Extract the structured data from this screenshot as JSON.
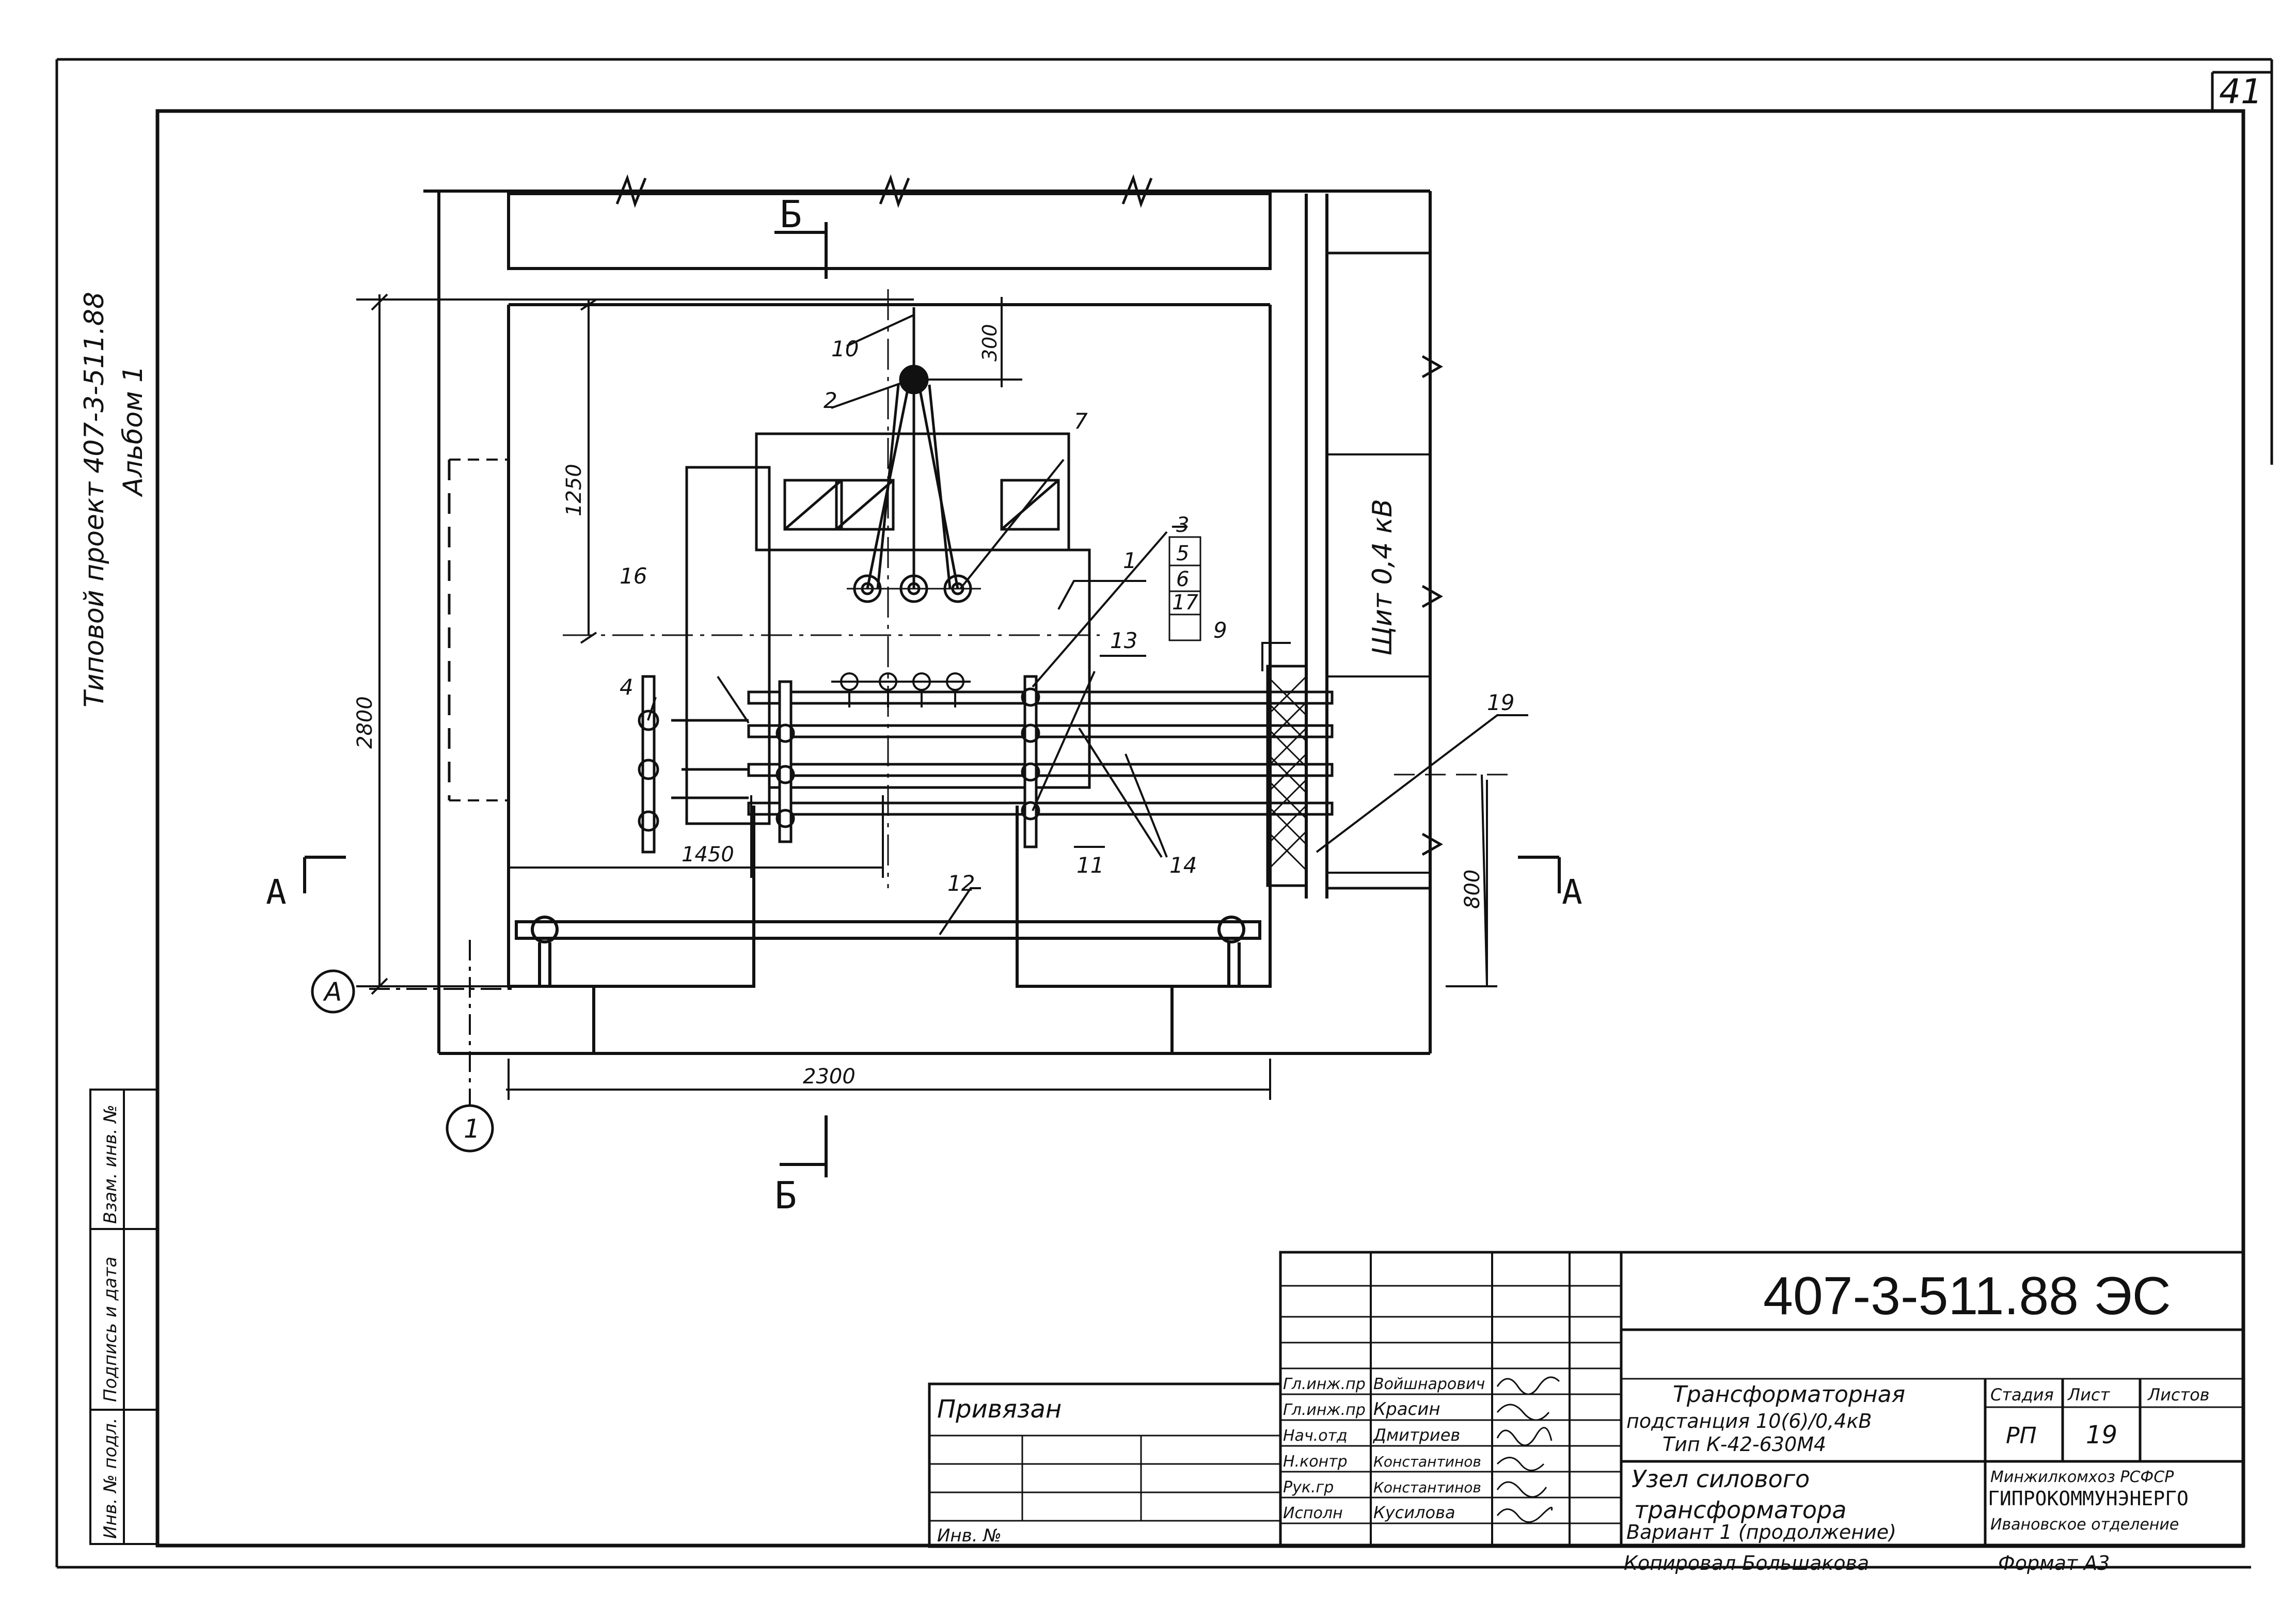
{
  "sheet": {
    "page_number": "41",
    "project_side_label": "Типовой проект 407-3-511.88",
    "album_label": "Альбом 1",
    "side_columns": [
      "Инв. № подл.",
      "Подпись и дата",
      "Взам. инв. №"
    ]
  },
  "drawing": {
    "section_mark": "Б",
    "view_mark": "А",
    "axis_letter": "А",
    "axis_number": "1",
    "panel_label": "Щит 0,4 кВ",
    "dimensions": {
      "d300": "300",
      "d1250": "1250",
      "d2800": "2800",
      "d1450": "1450",
      "d800": "800",
      "d2300": "2300"
    },
    "callouts": {
      "c1": "1",
      "c2": "2",
      "c3": "3",
      "c4": "4",
      "c5": "5",
      "c6": "6",
      "c7": "7",
      "c9": "9",
      "c10": "10",
      "c11": "11",
      "c12": "12",
      "c13": "13",
      "c14": "14",
      "c16": "16",
      "c17": "17",
      "c19": "19"
    }
  },
  "title_block": {
    "doc_code": "407-3-511.88 ЭС",
    "attached_label": "Привязан",
    "inv_label": "Инв. №",
    "roles": [
      {
        "role": "Гл.инж.пр",
        "name": "Войшнарович"
      },
      {
        "role": "Гл.инж.пр",
        "name": "Красин"
      },
      {
        "role": "Нач.отд",
        "name": "Дмитриев"
      },
      {
        "role": "Н.контр",
        "name": "Константинов"
      },
      {
        "role": "Рук.гр",
        "name": "Константинов"
      },
      {
        "role": "Исполн",
        "name": "Кусилова"
      }
    ],
    "object_line1": "Трансформаторная",
    "object_line2": "подстанция 10(6)/0,4кВ",
    "object_line3": "Тип К-42-630М4",
    "sheet_title_line1": "Узел силового",
    "sheet_title_line2": "трансформатора",
    "sheet_title_line3": "Вариант 1 (продолжение)",
    "stage_header": "Стадия",
    "sheet_header": "Лист",
    "sheets_header": "Листов",
    "stage_value": "РП",
    "sheet_value": "19",
    "org_line1": "Минжилкомхоз РСФСР",
    "org_line2": "ГИПРОКОММУНЭНЕРГО",
    "org_line3": "Ивановское отделение",
    "copied_by": "Копировал  Большакова",
    "format_label": "Формат  А3"
  }
}
